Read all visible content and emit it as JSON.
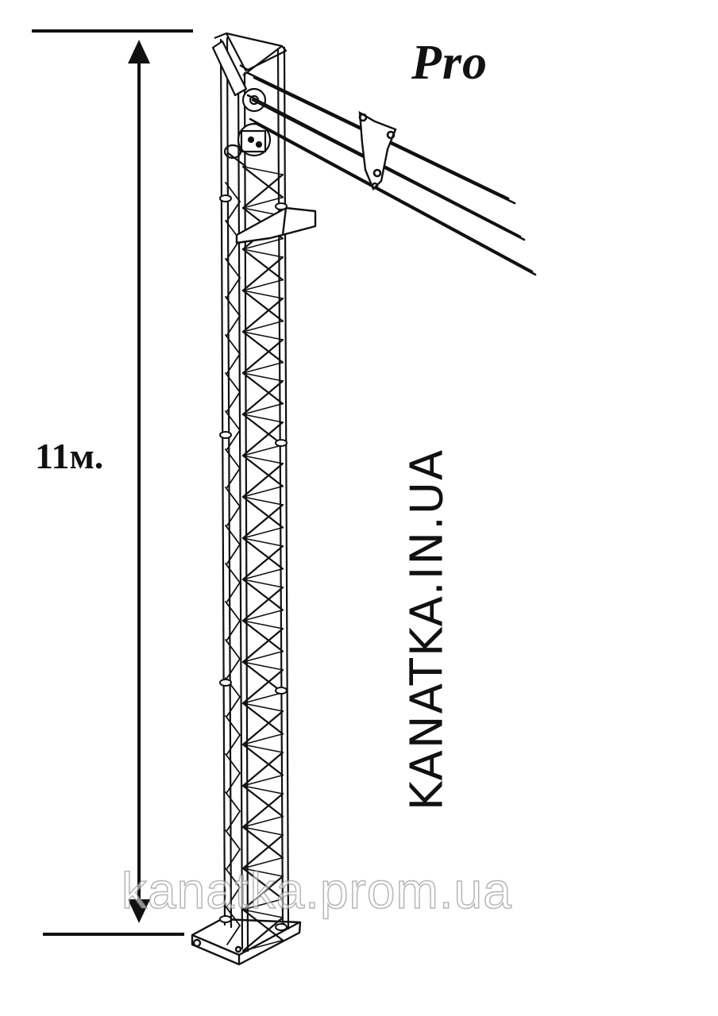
{
  "diagram": {
    "brand_label": "Pro",
    "height_label": "11м.",
    "site_label": "KANATKA.IN.UA",
    "watermark": "kanatka.prom.ua"
  },
  "colors": {
    "ink": "#111111",
    "background": "#ffffff",
    "watermark_outline": "#787878"
  },
  "icons": {
    "height_arrow": "double-headed-arrow",
    "tower": "lattice-crane-tower"
  }
}
